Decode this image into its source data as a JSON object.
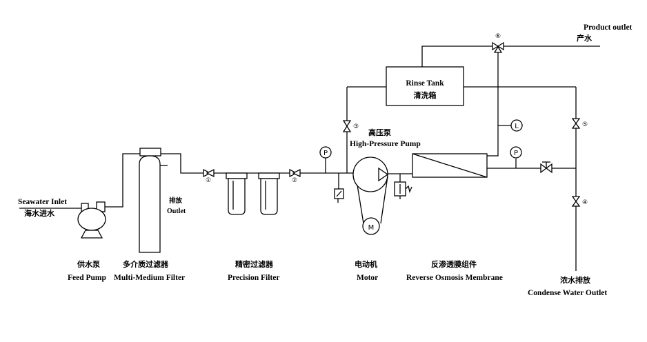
{
  "labels": {
    "seawater_inlet_en": "Seawater Inlet",
    "seawater_inlet_cn": "海水进水",
    "feed_pump_cn": "供水泵",
    "feed_pump_en": "Feed Pump",
    "mmf_cn": "多介质过滤器",
    "mmf_en": "Multi-Medium Filter",
    "drain_cn": "排放",
    "drain_en": "Outlet",
    "precision_cn": "精密过滤器",
    "precision_en": "Precision Filter",
    "motor_cn": "电动机",
    "motor_en": "Motor",
    "hp_pump_cn": "高压泵",
    "hp_pump_en": "High-Pressure Pump",
    "ro_cn": "反渗透膜组件",
    "ro_en": "Reverse Osmosis Membrane",
    "rinse_en": "Rinse Tank",
    "rinse_cn": "清洗箱",
    "product_en": "Product outlet",
    "product_cn": "产水",
    "condense_cn": "浓水排放",
    "condense_en": "Condense Water Outlet"
  },
  "valves": {
    "v1": "①",
    "v2": "②",
    "v3": "③",
    "v4": "④",
    "v5": "⑤",
    "v6": "⑥"
  },
  "gauges": {
    "pressure": "P",
    "level": "L",
    "motor": "M"
  }
}
